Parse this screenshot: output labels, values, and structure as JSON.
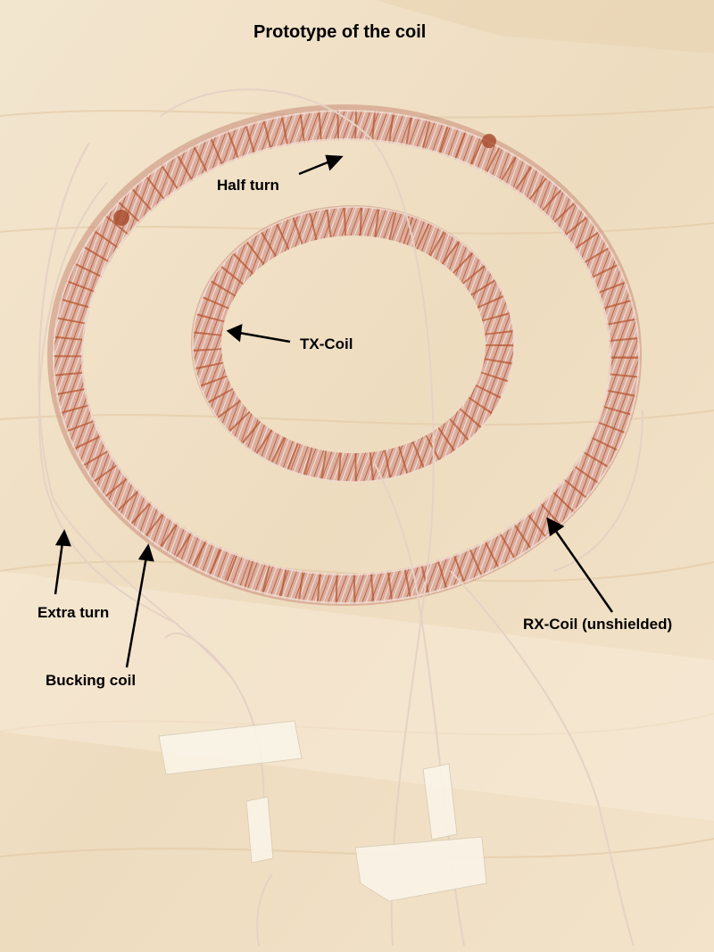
{
  "title": "Prototype of the coil",
  "labels": {
    "half_turn": "Half turn",
    "tx_coil": "TX-Coil",
    "rx_coil": "RX-Coil (unshielded)",
    "extra_turn": "Extra turn",
    "bucking_coil": "Bucking coil"
  },
  "colors": {
    "wood_light": "#f1e2c9",
    "wood_grain": "#e4cfae",
    "coil_base": "#d9a99a",
    "copper": "#b8552f",
    "wire": "#ead8cc",
    "text": "#000000"
  }
}
